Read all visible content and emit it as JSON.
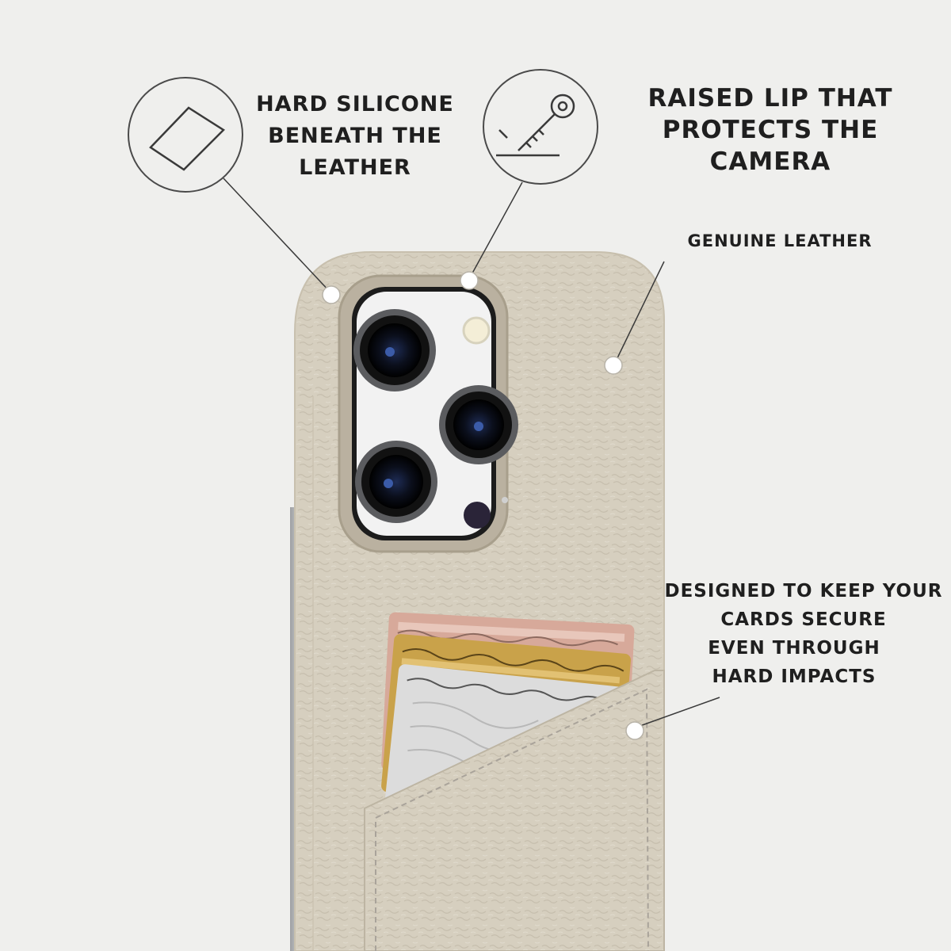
{
  "callouts": {
    "hard_silicone": "HARD SILICONE BENEATH THE LEATHER",
    "raised_lip": "RAISED LIP THAT PROTECTS THE CAMERA",
    "genuine_leather": "GENUINE LEATHER",
    "cards_secure": "DESIGNED TO KEEP YOUR CARDS SECURE",
    "hard_impacts": "EVEN THROUGH HARD IMPACTS"
  },
  "icons": [
    "layer-rectangle-icon",
    "key-icon"
  ],
  "colors": {
    "background": "#efefed",
    "leather": "#d6cfbf",
    "text": "#1f1f1f",
    "card_rose": "#d7a99a",
    "card_gold": "#c9a24a",
    "card_silver": "#d9d9d9"
  }
}
